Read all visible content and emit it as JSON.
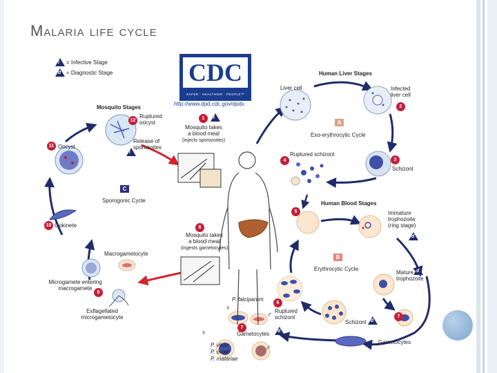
{
  "slide": {
    "title": "Malaria life cycle"
  },
  "legend": {
    "infective_symbol": "i",
    "infective_text": "= Infective Stage",
    "diagnostic_symbol": "d",
    "diagnostic_text": "= Diagnostic Stage"
  },
  "logo": {
    "text": "CDC",
    "tagline": "SAFER · HEALTHIER · PEOPLE™",
    "url": "http://www.dpd.cdc.gov/dpdx"
  },
  "colors": {
    "arrow_red": "#d4232e",
    "arrow_navy": "#1f2b6b",
    "step_red": "#c61e3a",
    "cycle_a": "#d9a48a",
    "cycle_b": "#f08080",
    "cycle_c": "#2a2e7a",
    "cell_fill": "#fbe6cf",
    "parasite_blue": "#4a5ab8"
  },
  "sections": {
    "mosquito": "Mosquito Stages",
    "liver": "Human Liver Stages",
    "blood": "Human Blood Stages"
  },
  "cycles": {
    "a_letter": "A",
    "a_name": "Exo-erythrocytic Cycle",
    "b_letter": "B",
    "b_name": "Erythrocytic Cycle",
    "c_letter": "C",
    "c_name": "Sporogonic Cycle"
  },
  "steps": {
    "n1": "1",
    "n2": "2",
    "n3": "3",
    "n4": "4",
    "n5": "5",
    "n6": "6",
    "n7": "7",
    "n8": "8",
    "n9": "9",
    "n10": "10",
    "n11": "11",
    "n12": "12"
  },
  "labels": {
    "mosquito_meal_1": "Mosquito takes\na blood meal",
    "injects": "(injects sporozoites)",
    "liver_cell": "Liver cell",
    "infected_liver_cell": "Infected\nliver cell",
    "schizont_liver": "Schizont",
    "ruptured_schizont_liver": "Ruptured schizont",
    "immature_trophozoite": "Immature\ntrophozoite\n(ring stage)",
    "mature_trophozoite": "Mature\ntrophozoite",
    "schizont_blood": "Schizont",
    "ruptured_schizont_blood": "Ruptured\nschizont",
    "gametocytes_right": "Gametocytes",
    "gametocytes_left": "Gametocytes",
    "p_falciparum": "P. falciparum",
    "p_vivax": "P. vivax",
    "p_ovale": "P. ovale",
    "p_malariae": "P. malariae",
    "mosquito_meal_8": "Mosquito takes\na blood meal",
    "ingests": "(ingests gametocytes)",
    "macrogametocyte": "Macrogametocyte",
    "microgamete_entering": "Microgamete entering\nmacrogamete",
    "exflagellated": "Exflagellated\nmicrogametocyte",
    "ookinete": "Ookinete",
    "oocyst": "Oocyst",
    "ruptured_oocyst": "Ruptured\noocyst",
    "release_sporozoites": "Release of\nsporozoites",
    "female": "♀",
    "male": "♂"
  }
}
